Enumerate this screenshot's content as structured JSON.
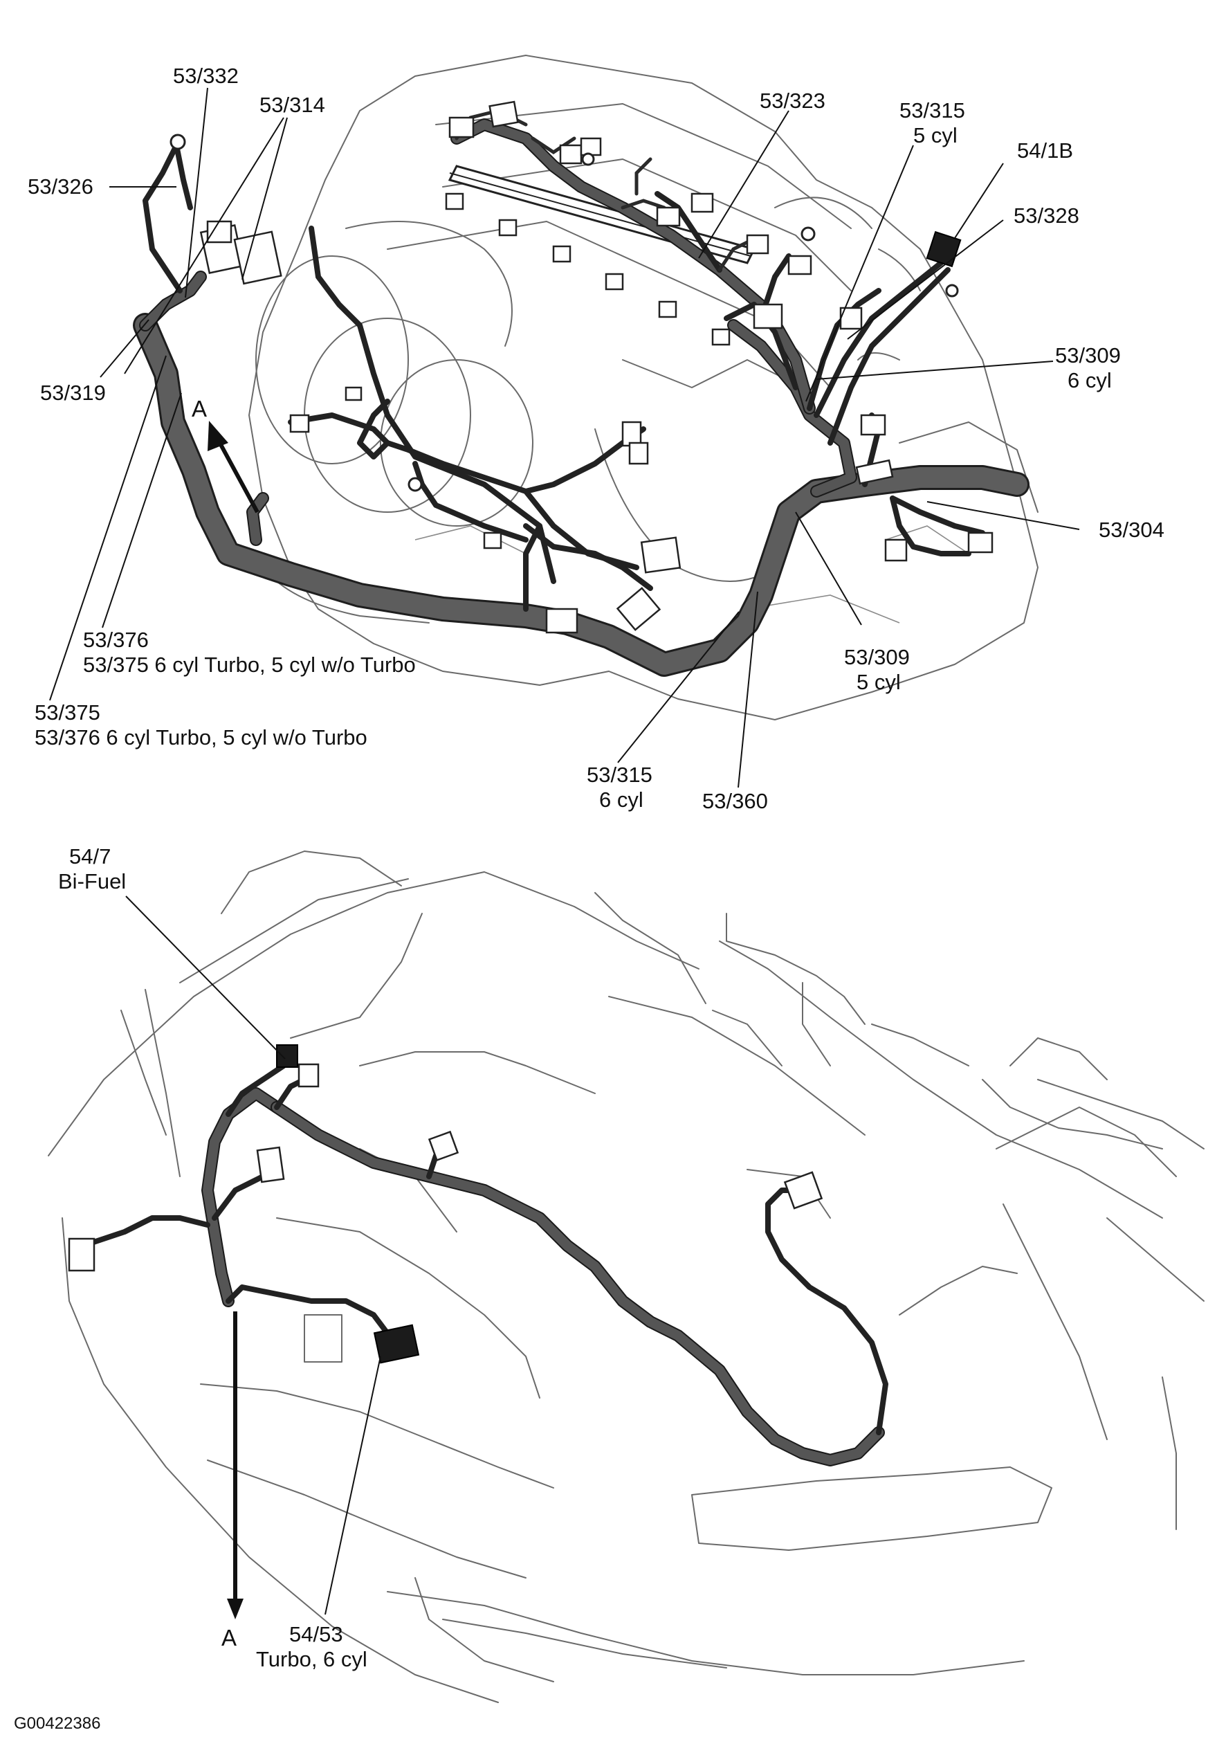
{
  "figure_id": "G00422386",
  "arrow_label": "A",
  "top_view": {
    "callouts": [
      {
        "key": "c332",
        "lines": [
          "53/332"
        ]
      },
      {
        "key": "c314",
        "lines": [
          "53/314"
        ]
      },
      {
        "key": "c326",
        "lines": [
          "53/326"
        ]
      },
      {
        "key": "c323",
        "lines": [
          "53/323"
        ]
      },
      {
        "key": "c315a",
        "lines": [
          "53/315",
          "5 cyl"
        ]
      },
      {
        "key": "c541b",
        "lines": [
          "54/1B"
        ]
      },
      {
        "key": "c328",
        "lines": [
          "53/328"
        ]
      },
      {
        "key": "c309a",
        "lines": [
          "53/309",
          "6 cyl"
        ]
      },
      {
        "key": "c319",
        "lines": [
          "53/319"
        ]
      },
      {
        "key": "c304",
        "lines": [
          "53/304"
        ]
      },
      {
        "key": "c309b",
        "lines": [
          "53/309",
          "5 cyl"
        ]
      },
      {
        "key": "c376",
        "lines": [
          "53/376",
          "53/375 6 cyl Turbo, 5 cyl w/o Turbo"
        ]
      },
      {
        "key": "c375",
        "lines": [
          "53/375",
          "53/376 6 cyl Turbo, 5 cyl w/o Turbo"
        ]
      },
      {
        "key": "c315b",
        "lines": [
          "53/315",
          "6 cyl"
        ]
      },
      {
        "key": "c360",
        "lines": [
          "53/360"
        ]
      }
    ]
  },
  "bottom_view": {
    "callouts": [
      {
        "key": "c547",
        "lines": [
          "54/7",
          "Bi-Fuel"
        ]
      },
      {
        "key": "c5453",
        "lines": [
          "54/53",
          "Turbo, 6 cyl"
        ]
      }
    ]
  }
}
